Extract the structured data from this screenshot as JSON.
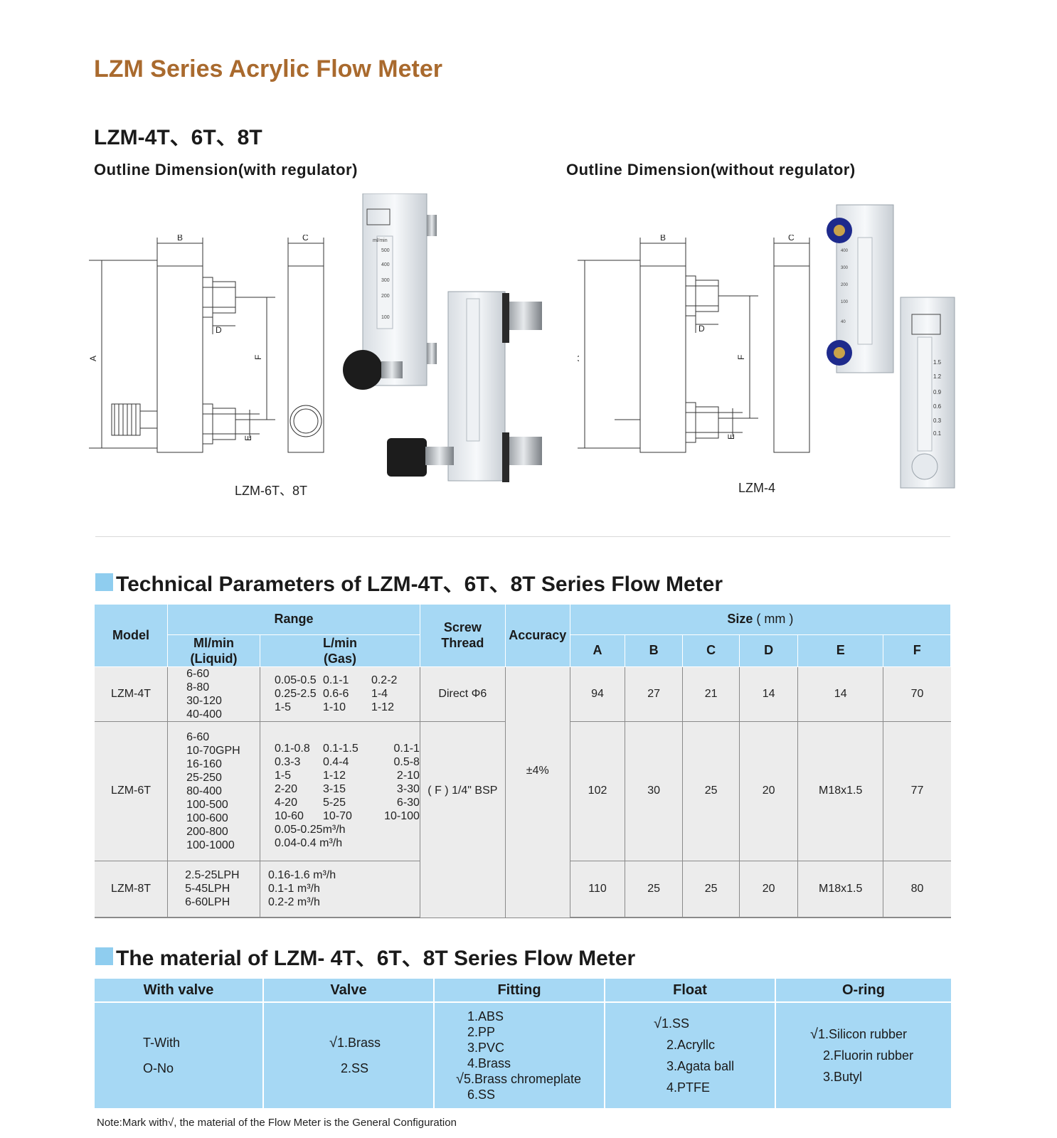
{
  "title": "LZM Series Acrylic Flow Meter",
  "model_heading": "LZM-4T、6T、8T",
  "outline": {
    "with_regulator": "Outline Dimension(with regulator)",
    "without_regulator": "Outline Dimension(without regulator)",
    "caption_left": "LZM-6T、8T",
    "caption_right": "LZM-4",
    "dim_labels": {
      "a": "A",
      "b": "B",
      "c": "C",
      "d": "D",
      "e": "E",
      "f": "F"
    }
  },
  "photo_scale_left": [
    "ml/min",
    "500",
    "400",
    "300",
    "200",
    "100"
  ],
  "photo_scale_right": [
    "400",
    "300",
    "200",
    "100",
    "40"
  ],
  "photo_scale_right2": [
    "1.5",
    "1.2",
    "0.9",
    "0.6",
    "0.3",
    "0.1"
  ],
  "tech": {
    "title": "Technical Parameters of LZM-4T、6T、8T Series Flow Meter",
    "headers": {
      "model": "Model",
      "range": "Range",
      "liquid": "Ml/min (Liquid)",
      "gas": "L/min (Gas)",
      "screw": "Screw Thread",
      "accuracy": "Accuracy",
      "size": "Size",
      "size_unit": "( mm )",
      "cols": [
        "A",
        "B",
        "C",
        "D",
        "E",
        "F"
      ]
    },
    "rows": [
      {
        "model": "LZM-4T",
        "liquid": [
          "6-60",
          "8-80",
          "30-120",
          "40-400"
        ],
        "gas": [
          "0.05-0.5",
          "0.1-1",
          "0.2-2",
          "0.25-2.5",
          "0.6-6",
          "1-4",
          "1-5",
          "1-10",
          "1-12"
        ],
        "screw": "Direct Φ6",
        "size": [
          "94",
          "27",
          "21",
          "14",
          "14",
          "70"
        ]
      },
      {
        "model": "LZM-6T",
        "liquid": [
          "6-60",
          "10-70GPH",
          "16-160",
          "25-250",
          "80-400",
          "100-500",
          "100-600",
          "200-800",
          "100-1000"
        ],
        "gas": [
          "0.1-0.8",
          "0.1-1.5",
          "0.1-1",
          "0.3-3",
          "0.4-4",
          "0.5-8",
          "1-5",
          "1-12",
          "2-10",
          "2-20",
          "3-15",
          "3-30",
          "4-20",
          "5-25",
          "6-30",
          "10-60",
          "10-70",
          "10-100"
        ],
        "gas_extra": [
          "0.05-0.25m³/h",
          "0.04-0.4 m³/h"
        ],
        "size": [
          "102",
          "30",
          "25",
          "20",
          "M18x1.5",
          "77"
        ]
      },
      {
        "model": "LZM-8T",
        "liquid": [
          "2.5-25LPH",
          "5-45LPH",
          "6-60LPH"
        ],
        "gas_extra": [
          "0.16-1.6 m³/h",
          "0.1-1 m³/h",
          "0.2-2 m³/h"
        ],
        "size": [
          "110",
          "25",
          "25",
          "20",
          "M18x1.5",
          "80"
        ]
      }
    ],
    "screw_shared": "( F ) 1/4\" BSP",
    "accuracy_value": "±4%"
  },
  "material": {
    "title": "The material of LZM- 4T、6T、8T Series Flow Meter",
    "headers": [
      "With valve",
      "Valve",
      "Fitting",
      "Float",
      "O-ring"
    ],
    "with_valve": [
      "T-With",
      "O-No"
    ],
    "valve": [
      "1.Brass",
      "2.SS"
    ],
    "fitting": [
      "1.ABS",
      "2.PP",
      "3.PVC",
      "4.Brass",
      "5.Brass chromeplate",
      "6.SS"
    ],
    "float": [
      "1.SS",
      "2.Acryllc",
      "3.Agata ball",
      "4.PTFE"
    ],
    "oring": [
      "1.Silicon rubber",
      "2.Fluorin rubber",
      "3.Butyl"
    ],
    "check": "√"
  },
  "note": "Note:Mark with√, the material of the Flow Meter is the General Configuration"
}
